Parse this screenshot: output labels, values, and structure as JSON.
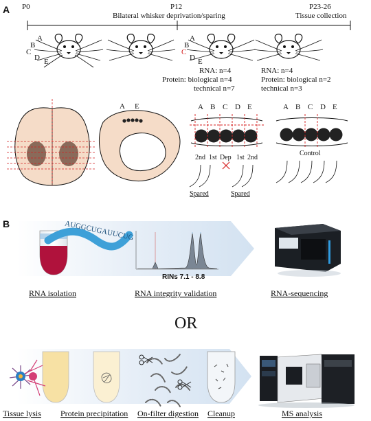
{
  "panel_a": {
    "label": "A",
    "timeline": {
      "p0": "P0",
      "p12": "P12",
      "p23": "P23-26",
      "deprivation": "Bilateral whisker deprivation/sparing",
      "collection": "Tissue collection"
    },
    "whisker_rows": [
      "A",
      "B",
      "C",
      "D",
      "E"
    ],
    "stats_left": {
      "rna": "RNA: n=4",
      "protein": "Protein: biological n=4",
      "technical": "technical n=7"
    },
    "stats_right": {
      "rna": "RNA: n=4",
      "protein": "Protein: biological n=2",
      "technical": "technical  n=3"
    },
    "slice_labels": [
      "A",
      "E"
    ],
    "barrel_cols": [
      "A",
      "B",
      "C",
      "D",
      "E"
    ],
    "barrel_lower": [
      "2nd",
      "1st",
      "Dep",
      "1st",
      "2nd"
    ],
    "spared": [
      "Spared",
      "Spared"
    ],
    "control": "Control"
  },
  "panel_b": {
    "label": "B",
    "rna_seq": "AUGGCUGAUUCUG",
    "rin": "RINs 7.1 - 8.8",
    "steps_top": [
      "RNA isolation",
      "RNA integrity validation",
      "RNA-sequencing"
    ],
    "or": "OR",
    "steps_bottom": [
      "Tissue lysis",
      "Protein precipitation",
      "On-filter digestion",
      "Cleanup",
      "MS analysis"
    ]
  },
  "colors": {
    "accent_red": "#d42020",
    "arrow_blue": "#dce8f4",
    "tube_red": "#b0123c",
    "brain": "#f5dcc8"
  }
}
